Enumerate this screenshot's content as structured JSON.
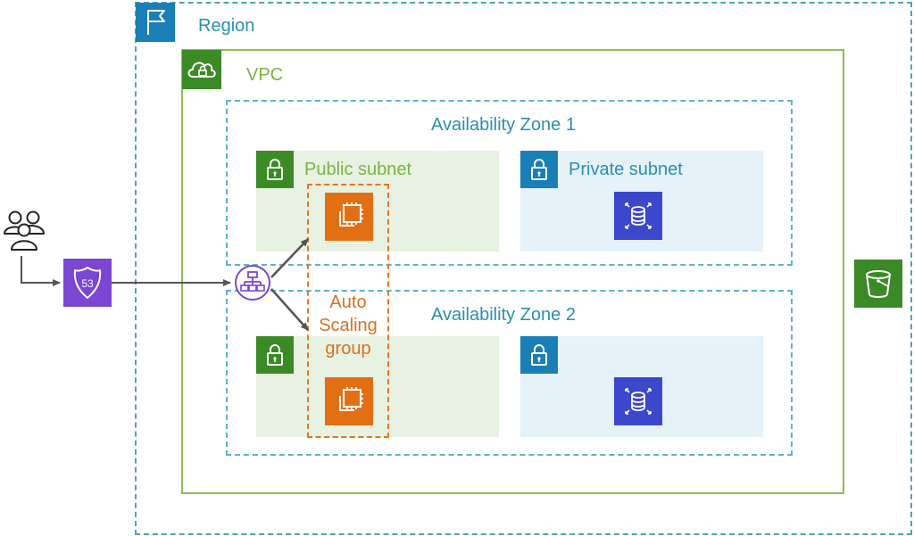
{
  "region": {
    "label": "Region"
  },
  "vpc": {
    "label": "VPC"
  },
  "availability_zones": [
    {
      "label": "Availability Zone 1",
      "public_subnet_label": "Public subnet",
      "private_subnet_label": "Private subnet"
    },
    {
      "label": "Availability Zone 2",
      "public_subnet_label": "",
      "private_subnet_label": ""
    }
  ],
  "auto_scaling_group": {
    "label_lines": [
      "Auto",
      "Scaling",
      "group"
    ]
  },
  "route53": {
    "badge": "53"
  },
  "icons": {
    "region": "flag-icon",
    "vpc": "cloud-lock-icon",
    "subnet": "padlock-icon",
    "ec2": "ec2-instance-icon",
    "rds": "rds-database-icon",
    "route53": "route53-shield-icon",
    "s3": "s3-bucket-icon",
    "load_balancer": "load-balancer-icon",
    "users": "users-icon"
  },
  "colors": {
    "region_border": "#4aa6b6",
    "vpc_border": "#8cc152",
    "az_border": "#5ab3d6",
    "public_subnet_fill": "#e8f2e3",
    "private_subnet_fill": "#e6f2f9",
    "asg_border": "#e8761c",
    "ec2": "#e36f15",
    "rds": "#3b48cc",
    "route53": "#7b46d1",
    "s3": "#3a8a26",
    "load_balancer": "#7b46d1"
  }
}
